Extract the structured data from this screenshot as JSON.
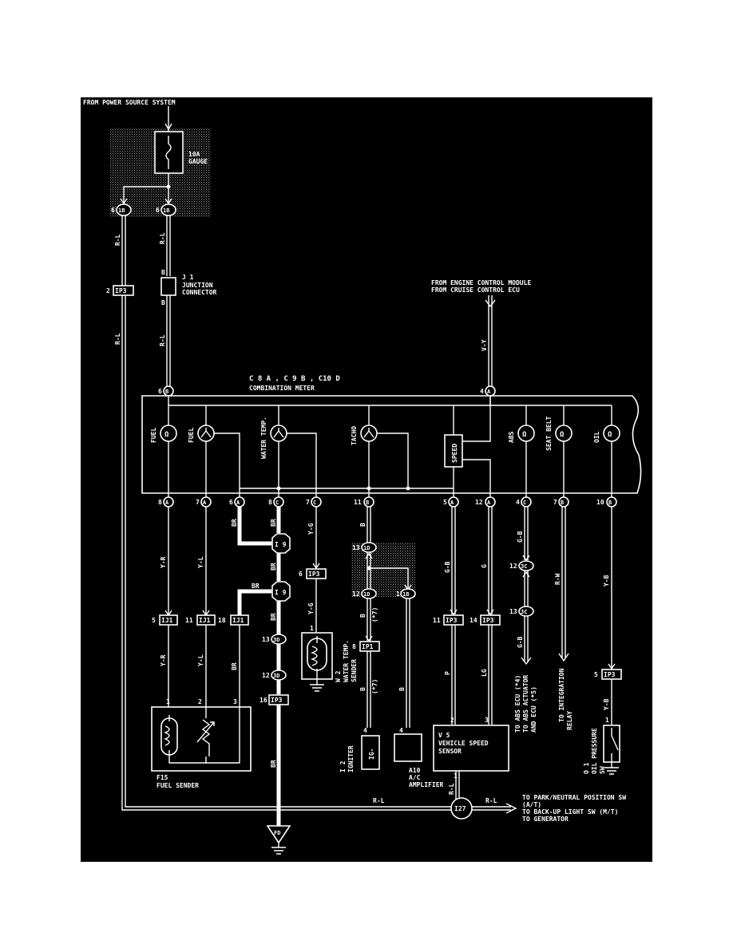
{
  "labels": {
    "power_source": "FROM POWER SOURCE SYSTEM",
    "fuse_rating": "10A",
    "fuse_name": "GAUGE",
    "junction_id": "J 1",
    "junction_name": "JUNCTION",
    "junction_name2": "CONNECTOR",
    "from_ecm": "FROM ENGINE CONTROL MODULE",
    "from_cruise": "FROM CRUISE CONTROL ECU",
    "meter_ids": "C 8 A , C 9 B , C10 D",
    "meter_name": "COMBINATION METER",
    "gauge_fuel_warn": "FUEL",
    "gauge_fuel": "FUEL",
    "gauge_water": "WATER TEMP.",
    "gauge_tacho": "TACHO",
    "gauge_speed": "SPEED",
    "gauge_abs": "ABS",
    "gauge_seatbelt": "SEAT BELT",
    "gauge_oil": "OIL",
    "fuel_sender_id": "F15",
    "fuel_sender_name": "FUEL SENDER",
    "water_sender_id": "W 2",
    "water_sender_name": "WATER TEMP.",
    "water_sender_name2": "SENDER",
    "igniter_id": "I 2",
    "igniter_name": "IGNITER",
    "igniter_inner": "IG-",
    "ac_amp_id": "A10",
    "ac_amp_name": "A/C",
    "ac_amp_name2": "AMPLIFIER",
    "vss_id": "V 5",
    "vss_name": "VEHICLE SPEED",
    "vss_name2": "SENSOR",
    "abs_to1": "TO ABS ECU (*4)",
    "abs_to2": "TO ABS ACTUATOR",
    "abs_to3": "AND ECU (*5)",
    "integration_to1": "TO INTEGRATION",
    "integration_to2": "RELAY",
    "oil_id": "O 1",
    "oil_name": "OIL PRESSURE",
    "oil_name2": "SW",
    "to_park1": "TO PARK/NEUTRAL POSITION SW",
    "to_park2": "(A/T)",
    "to_backup": "TO BACK-UP LIGHT SW (M/T)",
    "to_generator": "TO GENERATOR",
    "ground": "FD"
  },
  "connectors": {
    "c_1b_left": "1B",
    "c_1b_right": "1B",
    "c_ip3_a": "IP3",
    "c_ip3_b": "IP3",
    "c_ip3_c": "IP3",
    "c_ip3_d": "IP3",
    "c_ip3_e": "IP3",
    "c_ip3_f": "IP3",
    "c_ij1_a": "IJ1",
    "c_ij1_b": "IJ1",
    "c_ij1_c": "IJ1",
    "c_i9_a": "I 9",
    "c_i9_b": "I 9",
    "c_3d_a": "3D",
    "c_3d_b": "3D",
    "c_1d_a": "1D",
    "c_1d_b": "1D",
    "c_1b_c": "1B",
    "c_ip1": "IP1",
    "c_3c_a": "3C",
    "c_3c_b": "3C",
    "c_i27": "I27",
    "c_b_top": "B",
    "c_a_top": "A"
  },
  "pins": {
    "p_top_6": "6",
    "p_top_6b": "6",
    "p_top_2": "2",
    "p_meter_6": "6",
    "p_meter_4": "4",
    "p_b1": "8",
    "p_b2": "7",
    "p_b3": "6",
    "p_b4": "8",
    "p_b5": "7",
    "p_b6": "11",
    "p_b7": "5",
    "p_b8": "12",
    "p_b9": "4",
    "p_b10": "7",
    "p_b11": "10",
    "l_b1": "A",
    "l_b2": "A",
    "l_b3": "A",
    "l_b4": "C",
    "l_b5": "C",
    "l_b6": "B",
    "l_b7": "A",
    "l_b8": "A",
    "l_b9": "C",
    "l_b10": "B",
    "l_b11": "B",
    "p_ip3_wt": "6",
    "p_ij1_a": "5",
    "p_ij1_b": "11",
    "p_ij1_c": "18",
    "p_3d_a": "13",
    "p_3d_b": "12",
    "p_ip3_gnd": "16",
    "p_1d_a": "13",
    "p_1d_b": "12",
    "p_1b_c": "1",
    "p_ip1": "8",
    "p_ip3_spd1": "11",
    "p_ip3_spd2": "14",
    "p_3c_a": "12",
    "p_3c_b": "13",
    "p_ip3_oil": "5",
    "p_fs1": "1",
    "p_fs2": "2",
    "p_fs3": "3",
    "p_ws1": "1",
    "p_ig4": "4",
    "p_ac4": "4",
    "p_vss2": "2",
    "p_vss3": "3",
    "p_vss1": "1",
    "p_oil1": "1"
  },
  "wires": {
    "w_rl_1": "R-L",
    "w_rl_2": "R-L",
    "w_b_1": "B",
    "w_b_2": "B",
    "w_rl_3": "R-L",
    "w_rl_4": "R-L",
    "w_vy": "V-Y",
    "w_yr_1": "Y-R",
    "w_yl_1": "Y-L",
    "w_br_1": "BR",
    "w_br_2": "BR",
    "w_br_3": "BR",
    "w_br_4": "BR",
    "w_br_5": "BR",
    "w_br_6": "BR",
    "w_yg_1": "Y-G",
    "w_yg_2": "Y-G",
    "w_b_3": "B",
    "w_b_4": "B",
    "w_b_5": "B",
    "w_b_6": "B",
    "w_star7_a": "(*7)",
    "w_star7_b": "(*7)",
    "w_gb_1": "G-B",
    "w_g_1": "G",
    "w_gb_2": "G-B",
    "w_gb_3": "G-B",
    "w_rw": "R-W",
    "w_yb_1": "Y-B",
    "w_yb_2": "Y-B",
    "w_yr_2": "Y-R",
    "w_yl_2": "Y-L",
    "w_br_7": "BR",
    "w_p": "P",
    "w_lg": "LG",
    "w_rl_5": "R-L",
    "w_rl_6": "R-L",
    "w_rl_7": "R-L"
  },
  "colors": {
    "background": "#000000",
    "ink": "#ffffff",
    "page": "#ffffff"
  }
}
